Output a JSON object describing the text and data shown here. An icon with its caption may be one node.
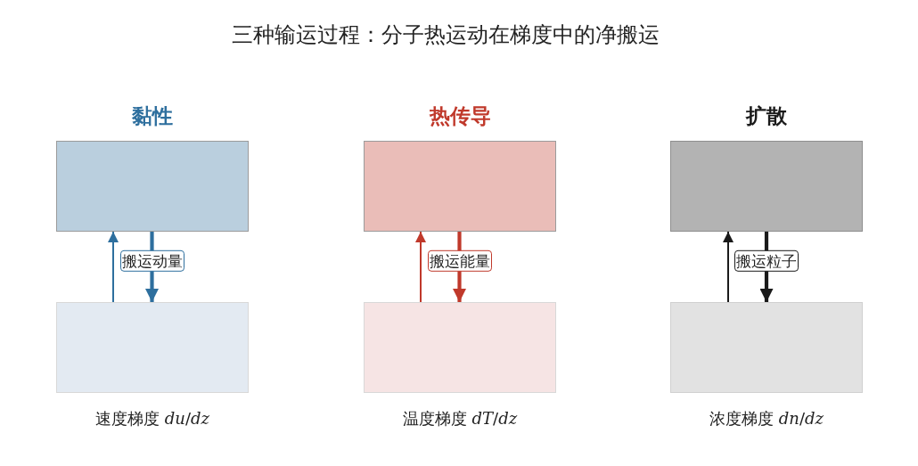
{
  "diagram": {
    "title": "三种输运过程：分子热运动在梯度中的净搬运",
    "nodes": [
      {
        "text": [
          "黏性"
        ]
      },
      {
        "text": [],
        "shape": "box",
        "beside": [
          "速度梯度 *du*/*dz*"
        ]
      },
      {
        "text": [
          "热传导"
        ]
      },
      {
        "text": [],
        "shape": "box",
        "beside": [
          "温度梯度 *dT*/*dz*"
        ]
      },
      {
        "text": [
          "扩散"
        ]
      },
      {
        "text": [],
        "shape": "box",
        "beside": [
          "浓度梯度 *dn*/*dz*"
        ]
      }
    ],
    "edges": [
      {
        "from": 1,
        "to": 0,
        "arrow": "to",
        "color": "#2e6f9e"
      },
      {
        "from": 0,
        "to": 1,
        "arrow": "to",
        "label": "搬运动量",
        "style": "thick",
        "color": "#2e6f9e"
      },
      {
        "from": 3,
        "to": 2,
        "arrow": "to",
        "color": "#c0392b"
      },
      {
        "from": 2,
        "to": 3,
        "arrow": "to",
        "label": "搬运能量",
        "style": "thick",
        "color": "#c0392b"
      },
      {
        "from": 5,
        "to": 4,
        "arrow": "to",
        "color": "#1a1a1a"
      },
      {
        "from": 4,
        "to": 5,
        "arrow": "to",
        "label": "搬运粒子",
        "style": "thick",
        "color": "#1a1a1a"
      }
    ]
  }
}
